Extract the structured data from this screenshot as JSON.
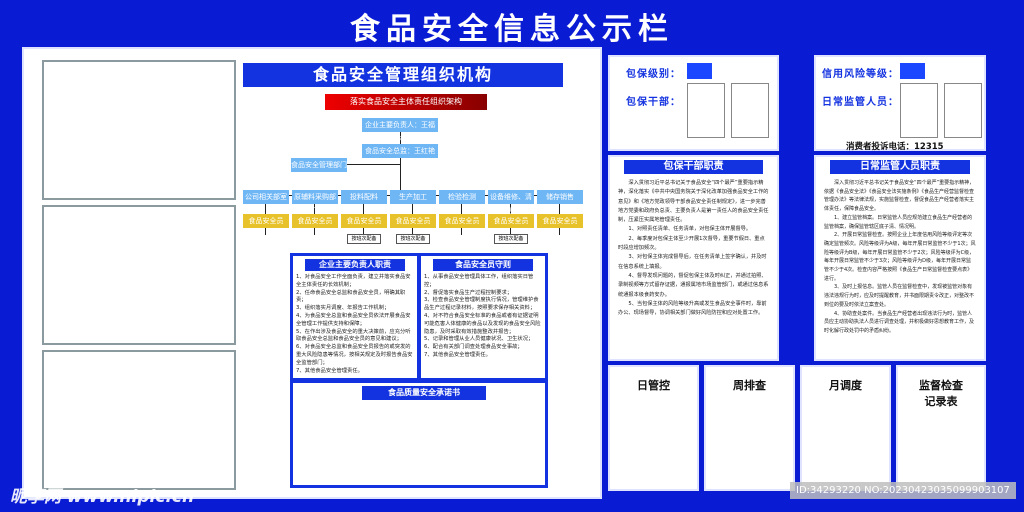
{
  "title": "食品安全信息公示栏",
  "org": {
    "title": "食品安全管理组织机构",
    "banner": "落实食品安全主体责任组织架构",
    "head": "企业主要负责人：王福林",
    "director": "食品安全总监：王红艳",
    "mgmt": "食品安全管理部门",
    "depts": [
      "公司相关部室",
      "原辅料采购部门",
      "投料配料",
      "生产加工",
      "检验检测",
      "设备维修、清理",
      "储存销售"
    ],
    "officer": "食品安全员",
    "tag": "按班次配备"
  },
  "duty1": {
    "title": "企业主要负责人职责",
    "items": [
      "1、对食品安全工作全面负责，建立并落实食品安全主体责任的长效机制；",
      "2、任命食品安全总监和食品安全员，明确其职责；",
      "3、组织落实月调度、年报告工作机制；",
      "4、为食品安全总监和食品安全员依法开展食品安全管理工作提供支持和保障；",
      "5、在作出涉及食品安全的重大决策前，应充分听取食品安全总监和食品安全员的意见和建议；",
      "6、对食品安全总监和食品安全员报告的或突发的重大风险隐患等情况，按相关规定及时报告食品安全监管部门；",
      "7、其他食品安全管理责任。"
    ]
  },
  "duty2": {
    "title": "食品安全员守则",
    "items": [
      "1、从事食品安全管理具体工作，组织落实日管控；",
      "2、督促落实食品生产过程控制要求；",
      "3、检查食品安全管理制度执行情况，管理维护食品生产过程记录材料，按照要求保存相关资料；",
      "4、对不符合食品安全标准的食品或者有证据证明可能危害人体健康的食品以及发现的食品安全风险隐患，及时采取有效措施整改并报告；",
      "5、记录和管理从业人员健康状况、卫生状况；",
      "6、配合有关部门调查处理食品安全事故；",
      "7、其他食品安全管理责任。"
    ]
  },
  "promise": {
    "title": "食品质量安全承诺书"
  },
  "info": {
    "level_label": "包保级别：",
    "cadre_label": "包保干部：",
    "risk_label": "信用风险等级：",
    "staff_label": "日常监管人员：",
    "hotline": "消费者投诉电话：12315"
  },
  "cadre_duty": {
    "title": "包保干部职责",
    "paras": [
      "深入贯彻习近平总书记关于食品安全“四个最严”重要指示精神，深化落实《中共中央国务院关于深化改革加强食品安全工作的意见》和《地方党政领导干部食品安全责任制规定》，进一步完善地方党委和政府负总责、主要负责人是第一责任人的食品安全责任制，压紧压实属地管理责任。",
      "1、对照责任清单、任务清单，对包保主体开展督导。",
      "2、每季度对包保主体至少开展1次督导，重要节假日、重点时段应增加频次。",
      "3、对包保主体完成督导后，在任务清单上签字确认，并及时在信息系统上填报。",
      "4、督导发现问题的，督促包保主体及时纠正，并通过拍照、录制视频等方式留存证据，通报属地市场监管部门，或通过信息系统通报本级食药安办。",
      "5、当包保主体的风险等级升高或发生食品安全事件时，靠前办公、现场督导，协调相关部门做好风险防控和应对处置工作。"
    ]
  },
  "staff_duty": {
    "title": "日常监管人员职责",
    "paras": [
      "深入贯彻习近平总书记关于食品安全“四个最严”重要指示精神，依据《食品安全法》《食品安全法实施条例》《食品生产经营监督检查管理办法》等法律法规，实施监督检查，督促食品生产经营者落实主体责任，保障食品安全。",
      "1、建立监管档案。日常监管人员应规范建立食品生产经营者的监管档案，确保监管辖区底子清、情况明。",
      "2、开展日常监督检查。按照企业上年度信用风险等级评定等次确定监管频次。风险等级评为A级，每年开展日常监管不少于1次；风险等级评为B级，每年开展日常监管不少于2次；风险等级评为C级，每年开展日常监管不少于3次；风险等级评为D级，每年开展日常监管不少于4次。检查内容严格按照《食品生产日常监督检查要点表》进行。",
      "3、及时上报信息。监管人员在监督检查中，发现被监管对象有违法违规行为时，应及时提醒教育，并书面限期责令改正，对整改不到位的要及时依法立案查处。",
      "4、协助查处案件。当食品生产经营者出现违法行为时，监管人员应主动协助执法人员进行调查处理，并积极做好思想教育工作，及时化解行政处罚中的矛盾纠纷。"
    ]
  },
  "records": [
    "日管控",
    "周排查",
    "月调度",
    "监督检查记录表"
  ],
  "watermark": {
    "left": "昵享网 www.nipic.cn",
    "right": "ID:34293220 NO:20230423035099903107"
  }
}
